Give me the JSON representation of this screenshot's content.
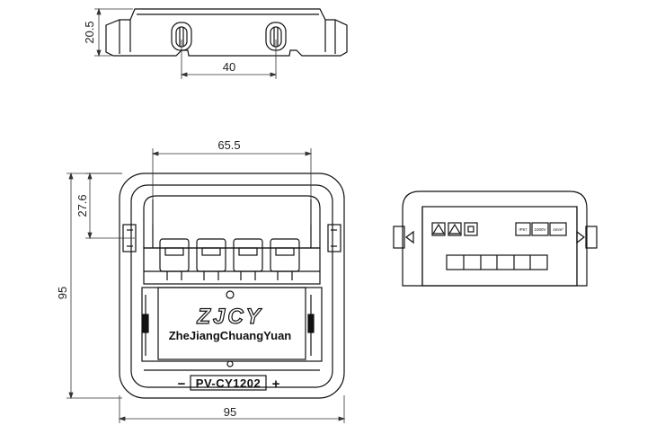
{
  "dimensions": {
    "top_height": "20.5",
    "top_pitch": "40",
    "front_inner_width": "65.5",
    "front_inner_height": "27.6",
    "front_height": "95",
    "front_width": "95"
  },
  "labels": {
    "logo": "ZJCY",
    "brand": "ZheJiangChuangYuan",
    "model": "PV-CY1202",
    "minus": "−",
    "plus": "+",
    "ip_rating": "IP67",
    "voltage": "1000V",
    "cable": "4mm²"
  },
  "colors": {
    "line": "#111111",
    "dim_line": "#333333"
  }
}
